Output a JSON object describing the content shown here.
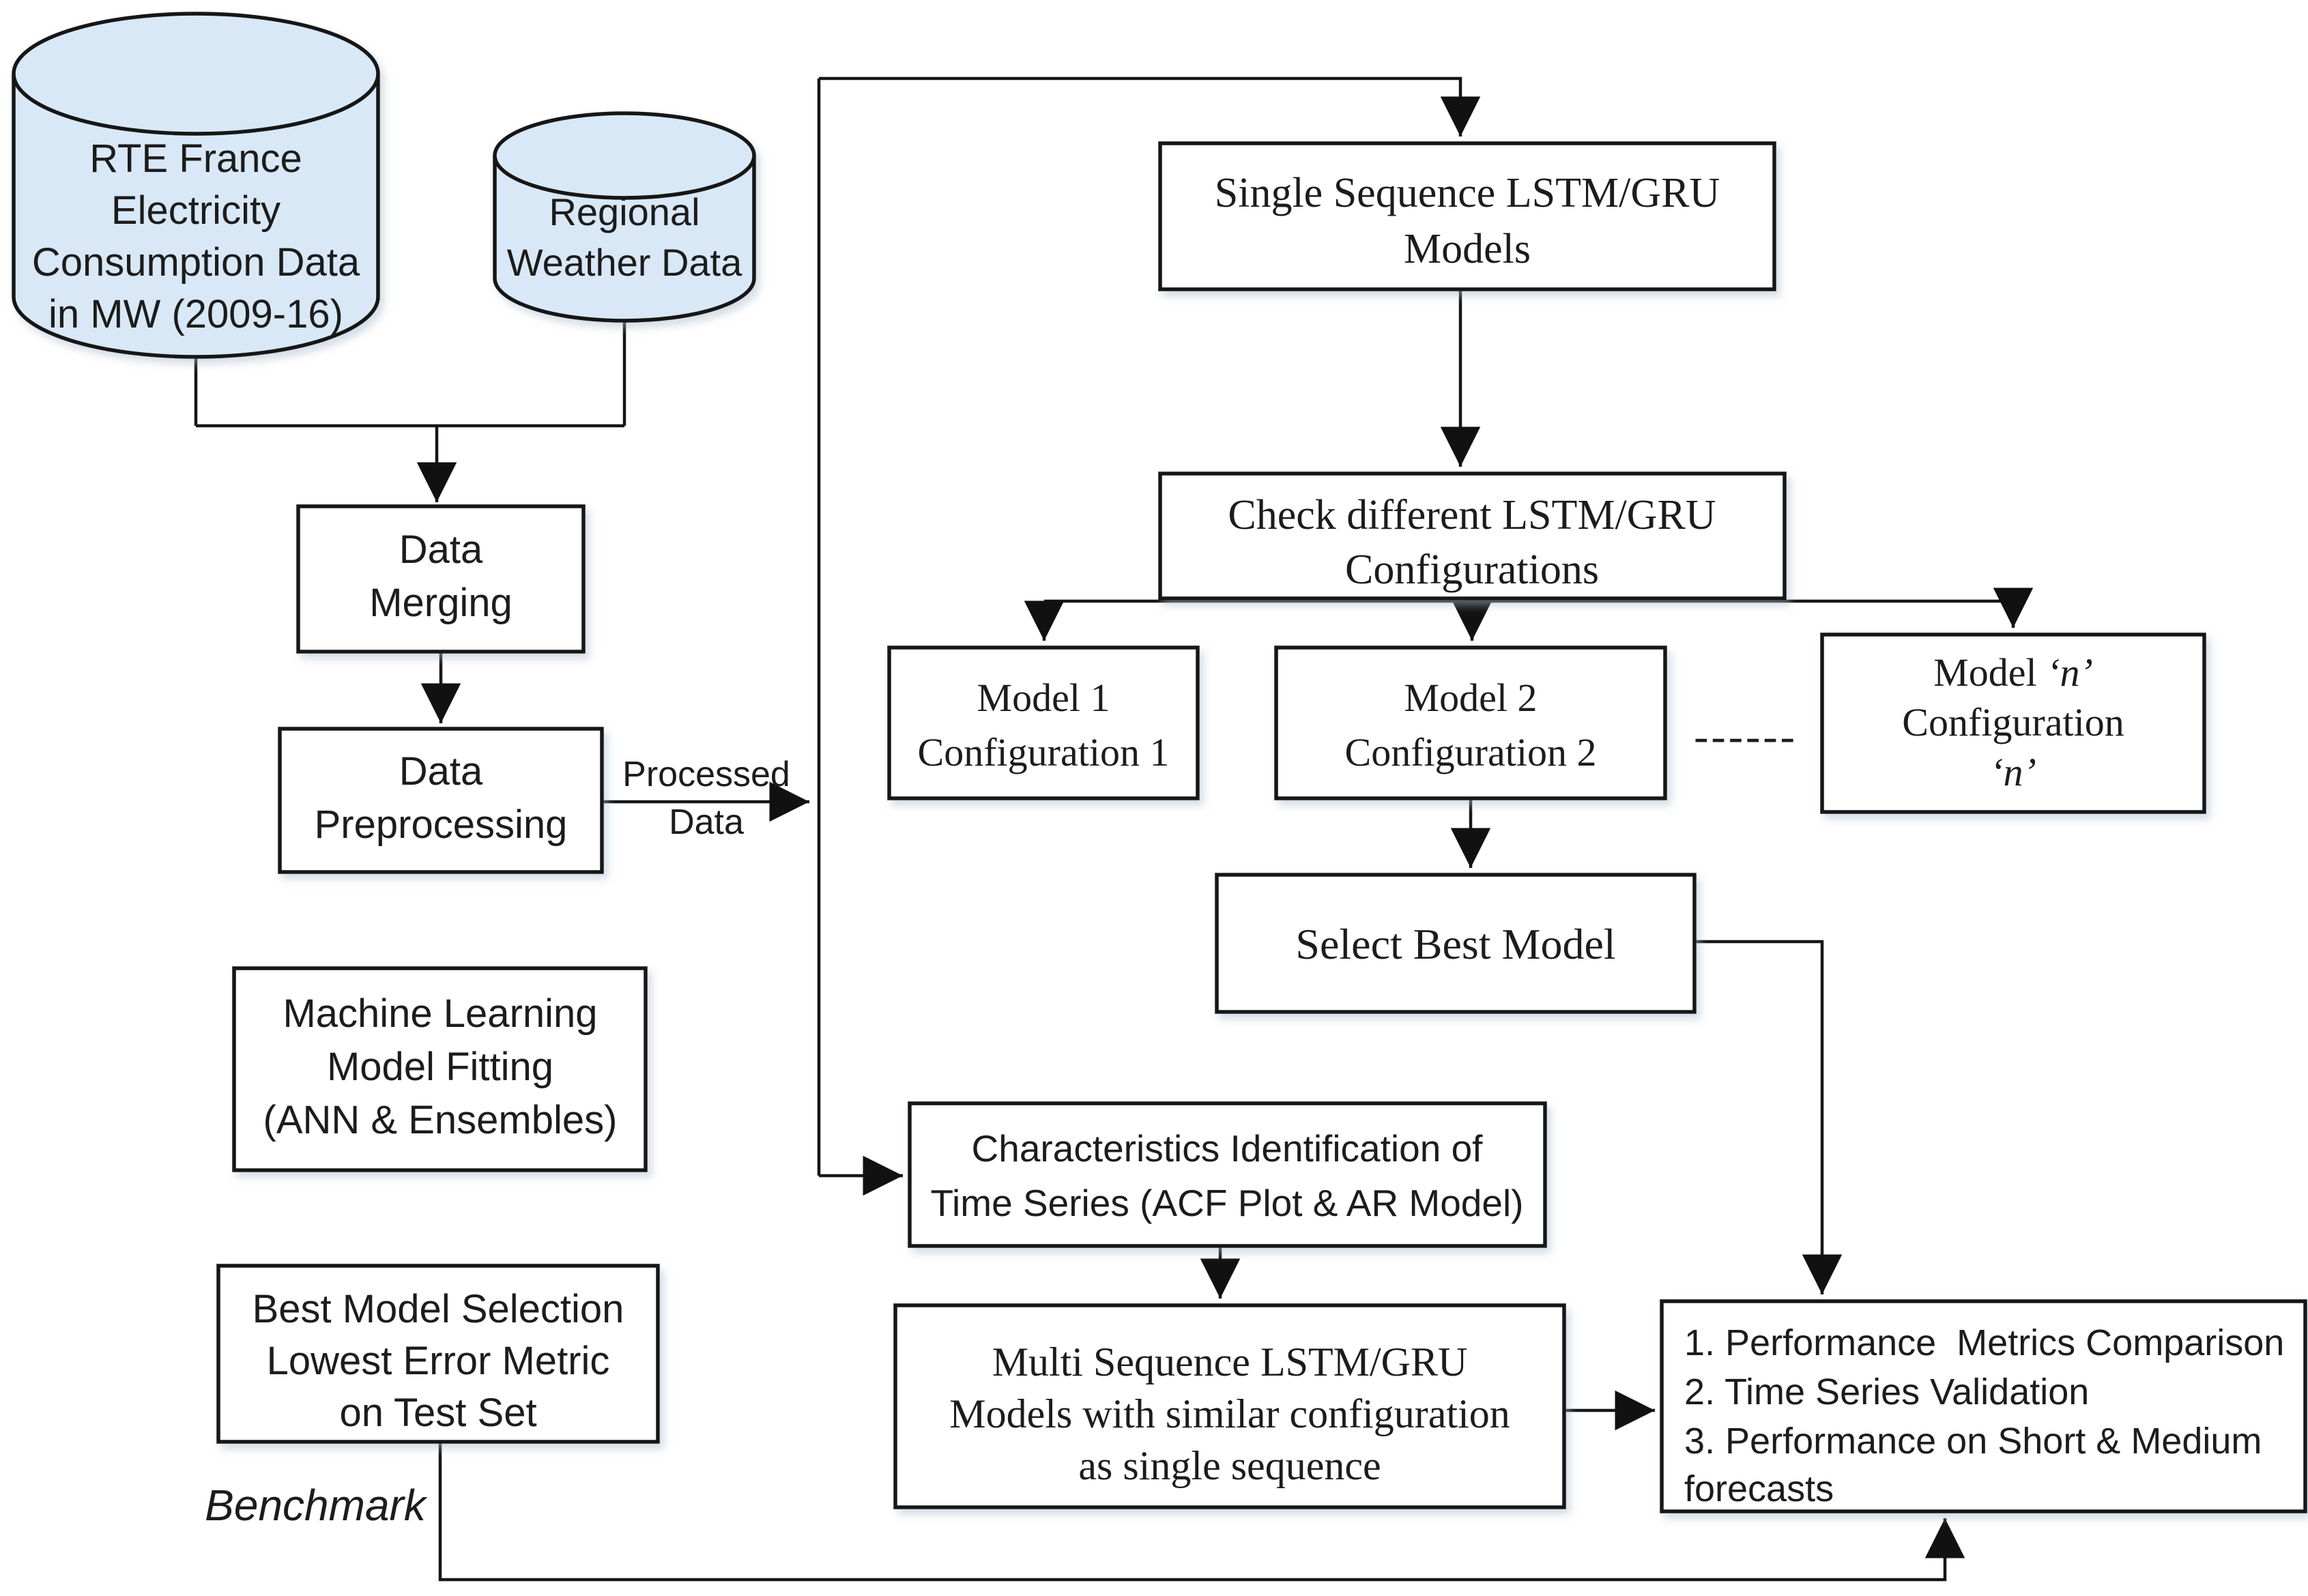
{
  "nodes": {
    "rte_cylinder": [
      "RTE France",
      "Electricity",
      "Consumption Data",
      "in MW (2009-16)"
    ],
    "weather_cylinder": [
      "Regional",
      "Weather Data"
    ],
    "data_merging": [
      "Data",
      "Merging"
    ],
    "data_preprocessing": [
      "Data",
      "Preprocessing"
    ],
    "ml_fitting": [
      "Machine Learning",
      "Model Fitting",
      "(ANN & Ensembles)"
    ],
    "best_model_selection": [
      "Best Model Selection",
      "Lowest Error Metric",
      "on Test Set"
    ],
    "single_sequence": [
      "Single Sequence LSTM/GRU",
      "Models"
    ],
    "check_configs": [
      "Check different LSTM/GRU",
      "Configurations"
    ],
    "model1": [
      "Model 1",
      "Configuration 1"
    ],
    "model2": [
      "Model 2",
      "Configuration 2"
    ],
    "modeln": {
      "prefix": "Model ",
      "n": "‘n’",
      "line2": "Configuration",
      "line3": "‘n’"
    },
    "select_best": [
      "Select Best Model"
    ],
    "characteristics": [
      "Characteristics Identification of",
      "Time Series (ACF Plot & AR Model)"
    ],
    "multi_sequence": [
      "Multi Sequence LSTM/GRU",
      "Models with similar configuration",
      "as single sequence"
    ],
    "evaluation": [
      "1. Performance  Metrics Comparison",
      "2. Time Series Validation",
      "3. Performance on Short & Medium",
      "forecasts"
    ]
  },
  "labels": {
    "processed_data": [
      "Processed",
      "Data"
    ],
    "benchmark": "Benchmark",
    "ellipsis": "------"
  },
  "colors": {
    "cylinder_fill": "#d9e8f6",
    "evaluation_fill": "#e9e9e9",
    "benchmark_blue": "#2e75b6",
    "line_black": "#161616"
  }
}
